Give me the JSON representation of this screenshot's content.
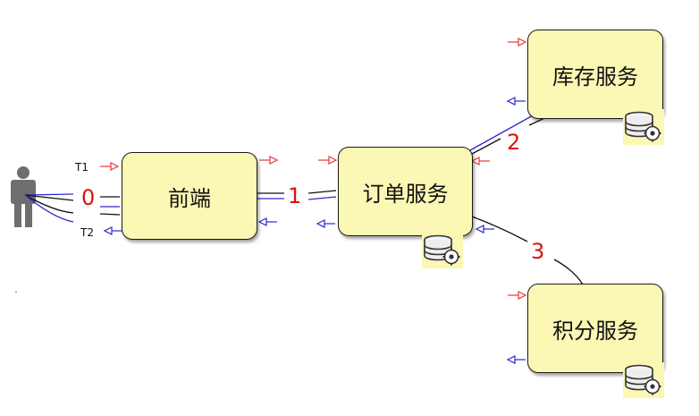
{
  "colors": {
    "node_fill": "#fbf7b4",
    "request_arrow": "#e53935",
    "response_arrow": "#2a2ad0",
    "edge_label": "#e01010"
  },
  "user": {
    "icon": "person-icon"
  },
  "nodes": {
    "frontend": {
      "label": "前端"
    },
    "order": {
      "label": "订单服务",
      "db_icon": "database-gear-icon"
    },
    "inventory": {
      "label": "库存服务",
      "db_icon": "database-gear-icon"
    },
    "points": {
      "label": "积分服务",
      "db_icon": "database-gear-icon"
    }
  },
  "tags": {
    "t1": "T1",
    "t2": "T2"
  },
  "edges": {
    "e0": "0",
    "e1": "1",
    "e2": "2",
    "e3": "3"
  }
}
